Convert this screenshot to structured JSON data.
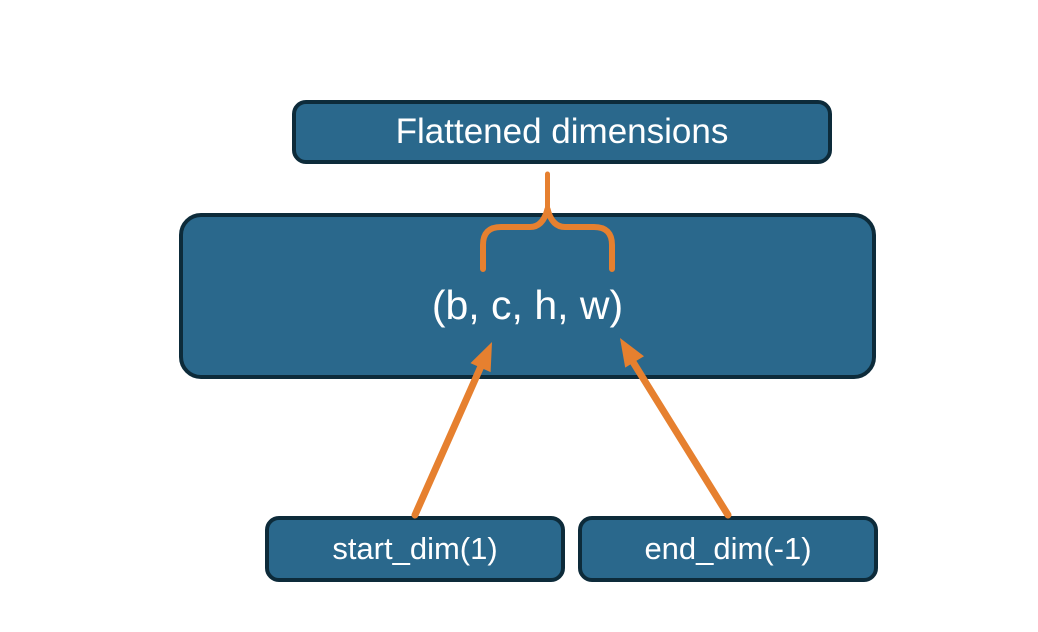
{
  "colors": {
    "background": "#ffffff",
    "box-fill": "#2a688c",
    "box-border": "#0d2b3a",
    "accent-orange": "#e6802f",
    "text": "#ffffff"
  },
  "diagram": {
    "flattened_box": {
      "label": "Flattened dimensions"
    },
    "tensor_box": {
      "label": "(b, c, h, w)"
    },
    "start_dim_box": {
      "label": "start_dim(1)"
    },
    "end_dim_box": {
      "label": "end_dim(-1)"
    }
  }
}
